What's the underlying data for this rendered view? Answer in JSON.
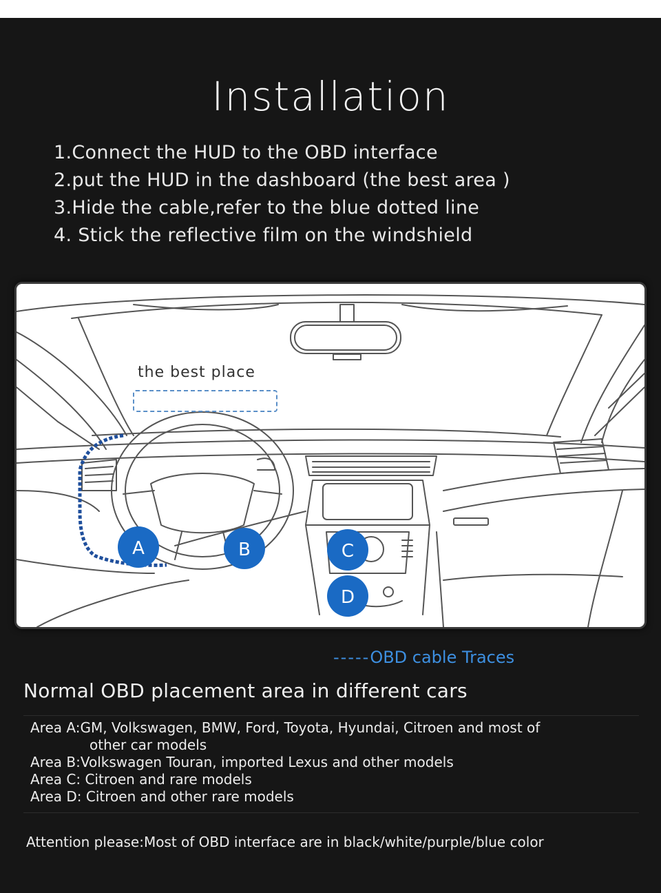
{
  "title": "Installation",
  "steps": [
    "1.Connect the HUD to the OBD interface",
    "2.put the HUD in the dashboard (the best area )",
    "3.Hide the cable,refer to the blue dotted line",
    "4. Stick the reflective film on the windshield"
  ],
  "diagram": {
    "best_place_label": "the best place",
    "markers": [
      {
        "id": "A",
        "label": "A"
      },
      {
        "id": "B",
        "label": "B"
      },
      {
        "id": "C",
        "label": "C"
      },
      {
        "id": "D",
        "label": "D"
      }
    ],
    "marker_color": "#1a6ac4",
    "cable_color": "#1f4f9c"
  },
  "legend": {
    "dash": "-----",
    "label": "OBD cable Traces",
    "color": "#3d8fe0"
  },
  "subtitle": "Normal OBD placement area in different cars",
  "areas": [
    {
      "text": "Area A:GM, Volkswagen, BMW, Ford, Toyota, Hyundai, Citroen and most of",
      "continuation": "other car models"
    },
    {
      "text": "Area B:Volkswagen Touran, imported Lexus and other models"
    },
    {
      "text": "Area C: Citroen and rare models"
    },
    {
      "text": "Area D: Citroen and other rare models"
    }
  ],
  "attention": "Attention please:Most of OBD interface are in black/white/purple/blue color"
}
